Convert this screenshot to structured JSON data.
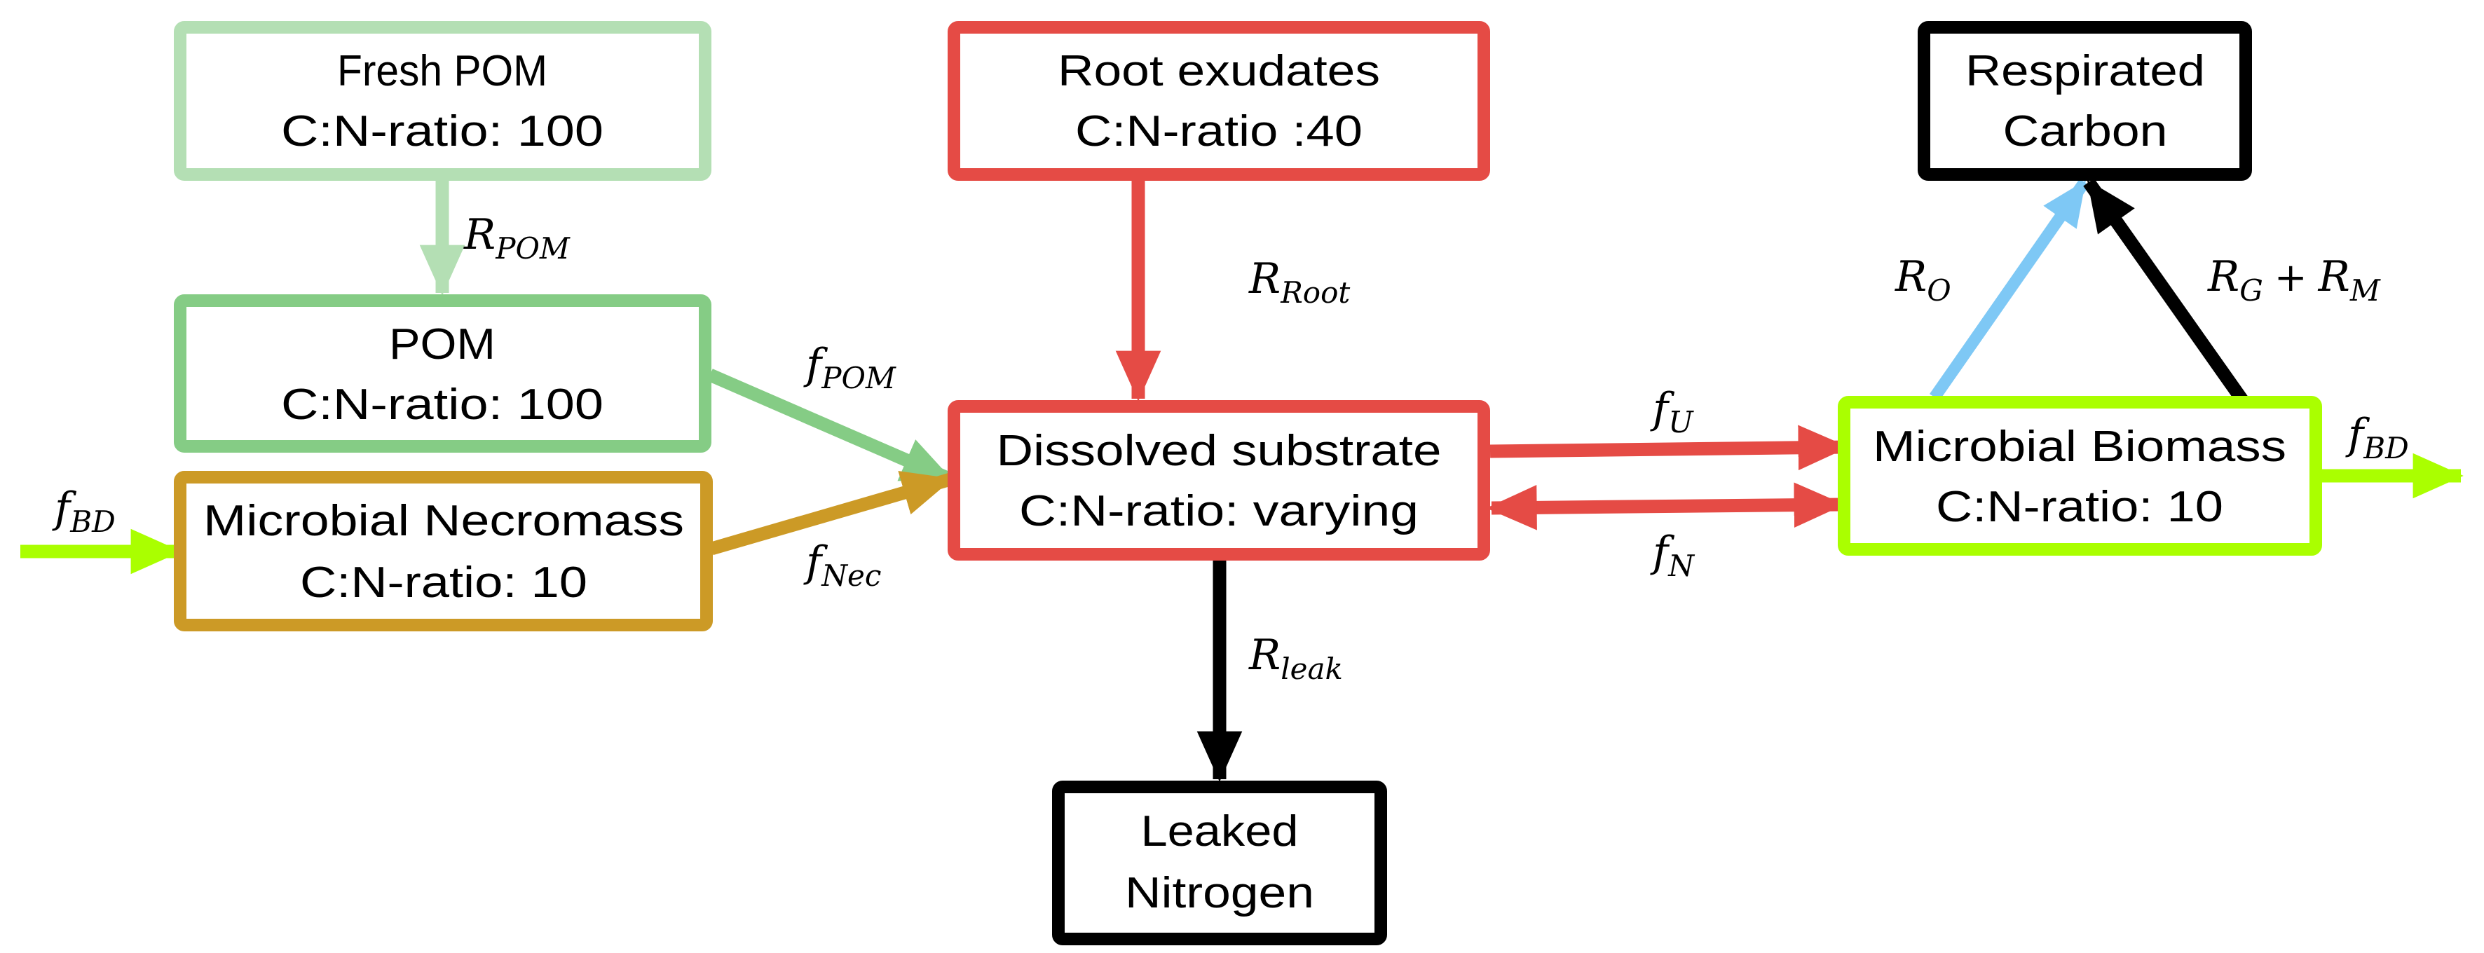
{
  "title": "Soil carbon and nitrogen pool flow diagram",
  "colors": {
    "fresh_pom": "#b4dfb4",
    "pom": "#85cc85",
    "necromass": "#cc9a26",
    "root_and_dissolved": "#e54b45",
    "sink": "#000000",
    "biomass": "#aaff00",
    "overflow_respiration": "#7ec8f5"
  },
  "boxes": {
    "fresh_pom": {
      "line1": "Fresh POM",
      "line2": "C:N-ratio: 100"
    },
    "pom": {
      "line1": "POM",
      "line2": "C:N-ratio: 100"
    },
    "necromass": {
      "line1": "Microbial Necromass",
      "line2": "C:N-ratio: 10"
    },
    "root_exudates": {
      "line1": "Root exudates",
      "line2": "C:N-ratio :40"
    },
    "dissolved": {
      "line1": "Dissolved substrate",
      "line2": "C:N-ratio: varying"
    },
    "leaked": {
      "line1": "Leaked",
      "line2": "Nitrogen"
    },
    "respirated": {
      "line1": "Respirated",
      "line2": "Carbon"
    },
    "biomass": {
      "line1": "Microbial Biomass",
      "line2": "C:N-ratio: 10"
    }
  },
  "flows": {
    "r_pom": {
      "symbol": "R",
      "sub": "POM",
      "from": "Fresh POM",
      "to": "POM"
    },
    "r_root": {
      "symbol": "R",
      "sub": "Root",
      "from": "Root exudates",
      "to": "Dissolved substrate"
    },
    "f_pom": {
      "symbol": "f",
      "sub": "POM",
      "from": "POM",
      "to": "Dissolved substrate"
    },
    "f_nec": {
      "symbol": "f",
      "sub": "Nec",
      "from": "Microbial Necromass",
      "to": "Dissolved substrate"
    },
    "f_u": {
      "symbol": "f",
      "sub": "U",
      "from": "Dissolved substrate",
      "to": "Microbial Biomass"
    },
    "f_n": {
      "symbol": "f",
      "sub": "N",
      "from": "Dissolved substrate",
      "to": "Microbial Biomass",
      "bidirectional": true
    },
    "r_leak": {
      "symbol": "R",
      "sub": "leak",
      "from": "Dissolved substrate",
      "to": "Leaked Nitrogen"
    },
    "r_o": {
      "symbol": "R",
      "sub": "O",
      "from": "Microbial Biomass",
      "to": "Respirated Carbon"
    },
    "r_gm": {
      "symbol1": "R",
      "sub1": "G",
      "operator": "+",
      "symbol2": "R",
      "sub2": "M",
      "from": "Microbial Biomass",
      "to": "Respirated Carbon"
    },
    "f_bd_in": {
      "symbol": "f",
      "sub": "BD",
      "to": "Microbial Necromass"
    },
    "f_bd_out": {
      "symbol": "f",
      "sub": "BD",
      "from": "Microbial Biomass"
    }
  }
}
